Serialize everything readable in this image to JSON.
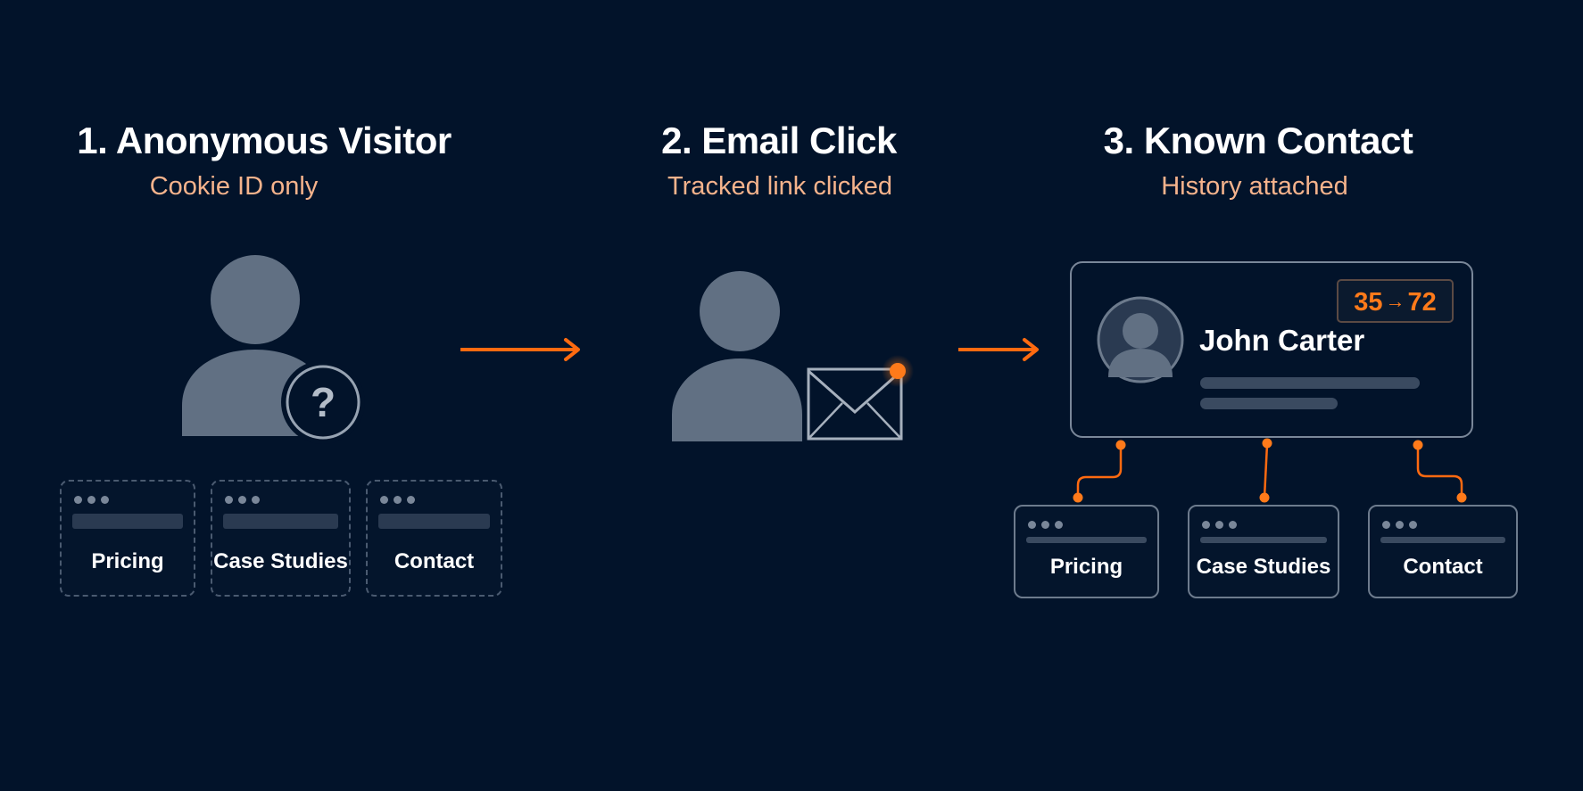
{
  "steps": [
    {
      "title": "1. Anonymous Visitor",
      "subtitle": "Cookie ID only"
    },
    {
      "title": "2. Email Click",
      "subtitle": "Tracked link clicked"
    },
    {
      "title": "3. Known Contact",
      "subtitle": "History attached"
    }
  ],
  "pages_anonymous": [
    "Pricing",
    "Case Studies",
    "Contact"
  ],
  "pages_known": [
    "Pricing",
    "Case Studies",
    "Contact"
  ],
  "contact": {
    "name": "John Carter",
    "score_from": "35",
    "score_arrow": "→",
    "score_to": "72"
  },
  "icons": {
    "anonymous": "person-question-icon",
    "email_click": "person-envelope-icon",
    "avatar": "person-avatar-icon"
  },
  "colors": {
    "background": "#02132a",
    "accent": "#ff7a1a",
    "subtitle": "#f5b38c",
    "icon_gray": "#617083"
  }
}
